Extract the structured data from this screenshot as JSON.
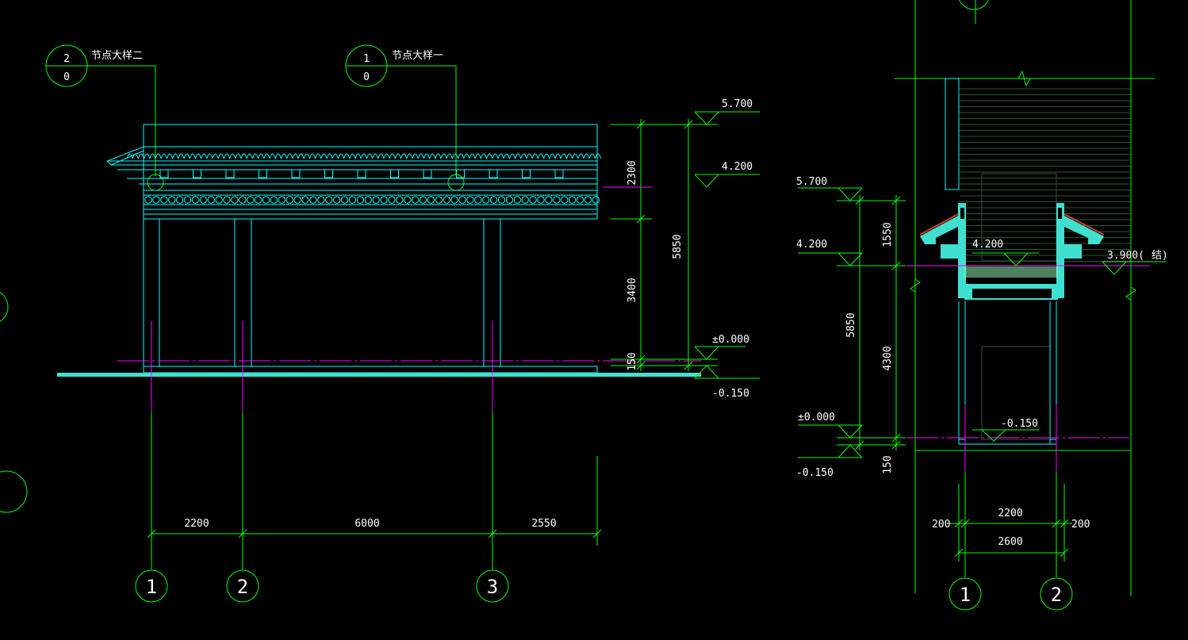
{
  "colors": {
    "background": "#000000",
    "outline": "#00ffff",
    "grid": "#00ff00",
    "centerline": "#ff00ff",
    "text": "#ffffff",
    "fill_light": "#40e0d0",
    "roof_accent": "#cc4422"
  },
  "elevation": {
    "callouts": [
      {
        "num": "2",
        "den": "0",
        "title": "节点大样二"
      },
      {
        "num": "1",
        "den": "0",
        "title": "节点大样一"
      }
    ],
    "levels": [
      "5.700",
      "4.200",
      "±0.000",
      "-0.150"
    ],
    "vertical_dims": [
      "2300",
      "3400",
      "150",
      "5850"
    ],
    "horizontal_dims": [
      "2200",
      "6000",
      "2550"
    ],
    "axes": [
      "1",
      "2",
      "3"
    ]
  },
  "section": {
    "levels_left": [
      "5.700",
      "4.200",
      "±0.000",
      "-0.150"
    ],
    "vertical_dims": [
      "1550",
      "5850",
      "4300",
      "150"
    ],
    "inner_levels": [
      "4.200",
      "-0.150"
    ],
    "right_level": "3.900(",
    "right_level_suffix": "结)",
    "horizontal_dims": [
      "200",
      "2200",
      "200",
      "2600"
    ],
    "axes": [
      "1",
      "2"
    ]
  }
}
